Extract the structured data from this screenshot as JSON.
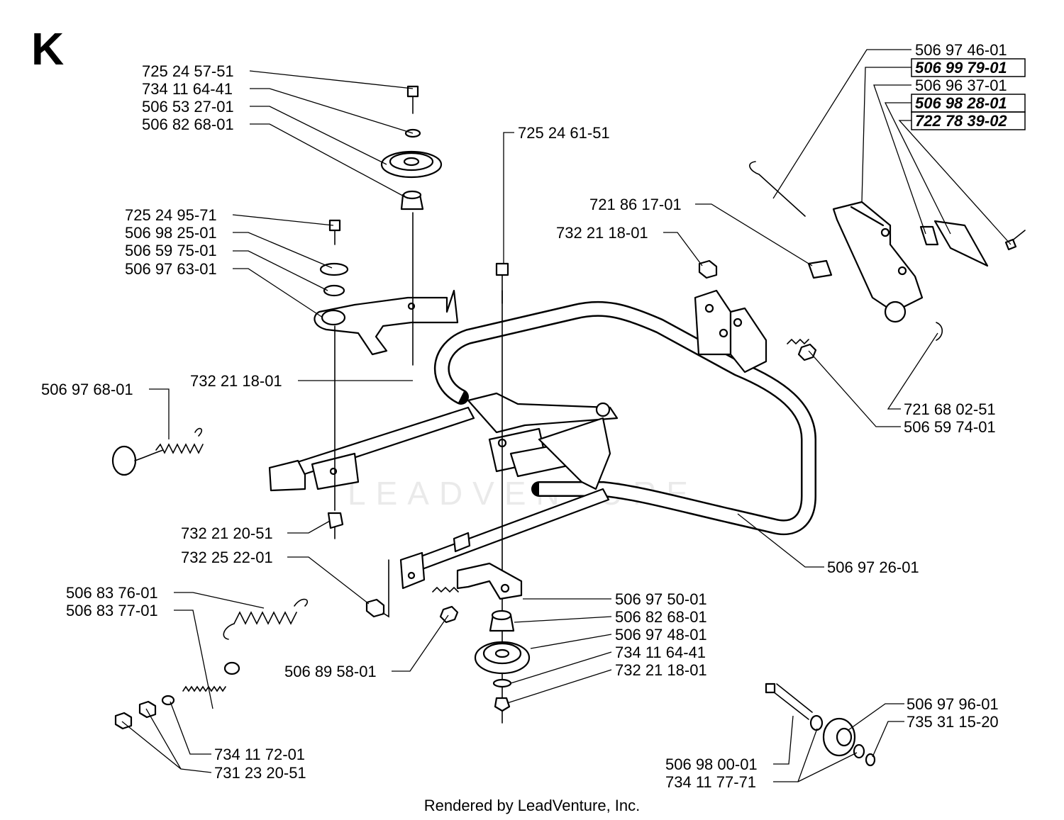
{
  "section_letter": "K",
  "footer": "Rendered by LeadVenture, Inc.",
  "watermark": "LEADVENTURE",
  "highlight_part_numbers": [
    "506 99 79-01",
    "506 98 28-01",
    "722 78 39-02"
  ],
  "labels": [
    "725 24 57-51",
    "734 11 64-41",
    "506 53 27-01",
    "506 82 68-01",
    "725 24 95-71",
    "506 98 25-01",
    "506 59 75-01",
    "506 97 63-01",
    "725 24 61-51",
    "732 21 18-01",
    "721 86 17-01",
    "732 21 18-01",
    "506 97 68-01",
    "732 21 20-51",
    "732 25 22-01",
    "506 83 76-01",
    "506 83 77-01",
    "506 89 58-01",
    "734 11 72-01",
    "731 23 20-51",
    "506 97 46-01",
    "506 99 79-01",
    "506 96 37-01",
    "506 98 28-01",
    "722 78 39-02",
    "721 68 02-51",
    "506 59 74-01",
    "506 97 26-01",
    "506 97 50-01",
    "506 82 68-01",
    "506 97 48-01",
    "734 11 64-41",
    "732 21 18-01",
    "506 97 96-01",
    "735 31 15-20",
    "506 98 00-01",
    "734 11 77-71"
  ]
}
